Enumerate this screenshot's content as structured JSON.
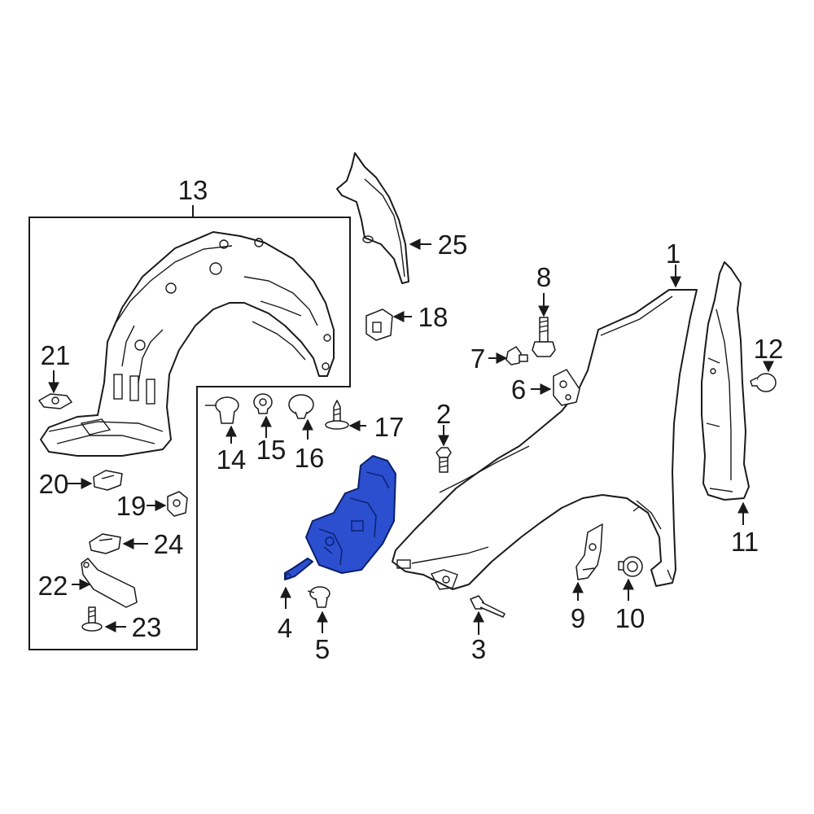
{
  "diagram": {
    "highlight_color": "#2b4fcf",
    "line_color": "#1a1a1a",
    "callouts": [
      {
        "id": "1",
        "label": "1"
      },
      {
        "id": "2",
        "label": "2"
      },
      {
        "id": "3",
        "label": "3"
      },
      {
        "id": "4",
        "label": "4"
      },
      {
        "id": "5",
        "label": "5"
      },
      {
        "id": "6",
        "label": "6"
      },
      {
        "id": "7",
        "label": "7"
      },
      {
        "id": "8",
        "label": "8"
      },
      {
        "id": "9",
        "label": "9"
      },
      {
        "id": "10",
        "label": "10"
      },
      {
        "id": "11",
        "label": "11"
      },
      {
        "id": "12",
        "label": "12"
      },
      {
        "id": "13",
        "label": "13"
      },
      {
        "id": "14",
        "label": "14"
      },
      {
        "id": "15",
        "label": "15"
      },
      {
        "id": "16",
        "label": "16"
      },
      {
        "id": "17",
        "label": "17"
      },
      {
        "id": "18",
        "label": "18"
      },
      {
        "id": "19",
        "label": "19"
      },
      {
        "id": "20",
        "label": "20"
      },
      {
        "id": "21",
        "label": "21"
      },
      {
        "id": "22",
        "label": "22"
      },
      {
        "id": "23",
        "label": "23"
      },
      {
        "id": "24",
        "label": "24"
      },
      {
        "id": "25",
        "label": "25"
      }
    ]
  }
}
